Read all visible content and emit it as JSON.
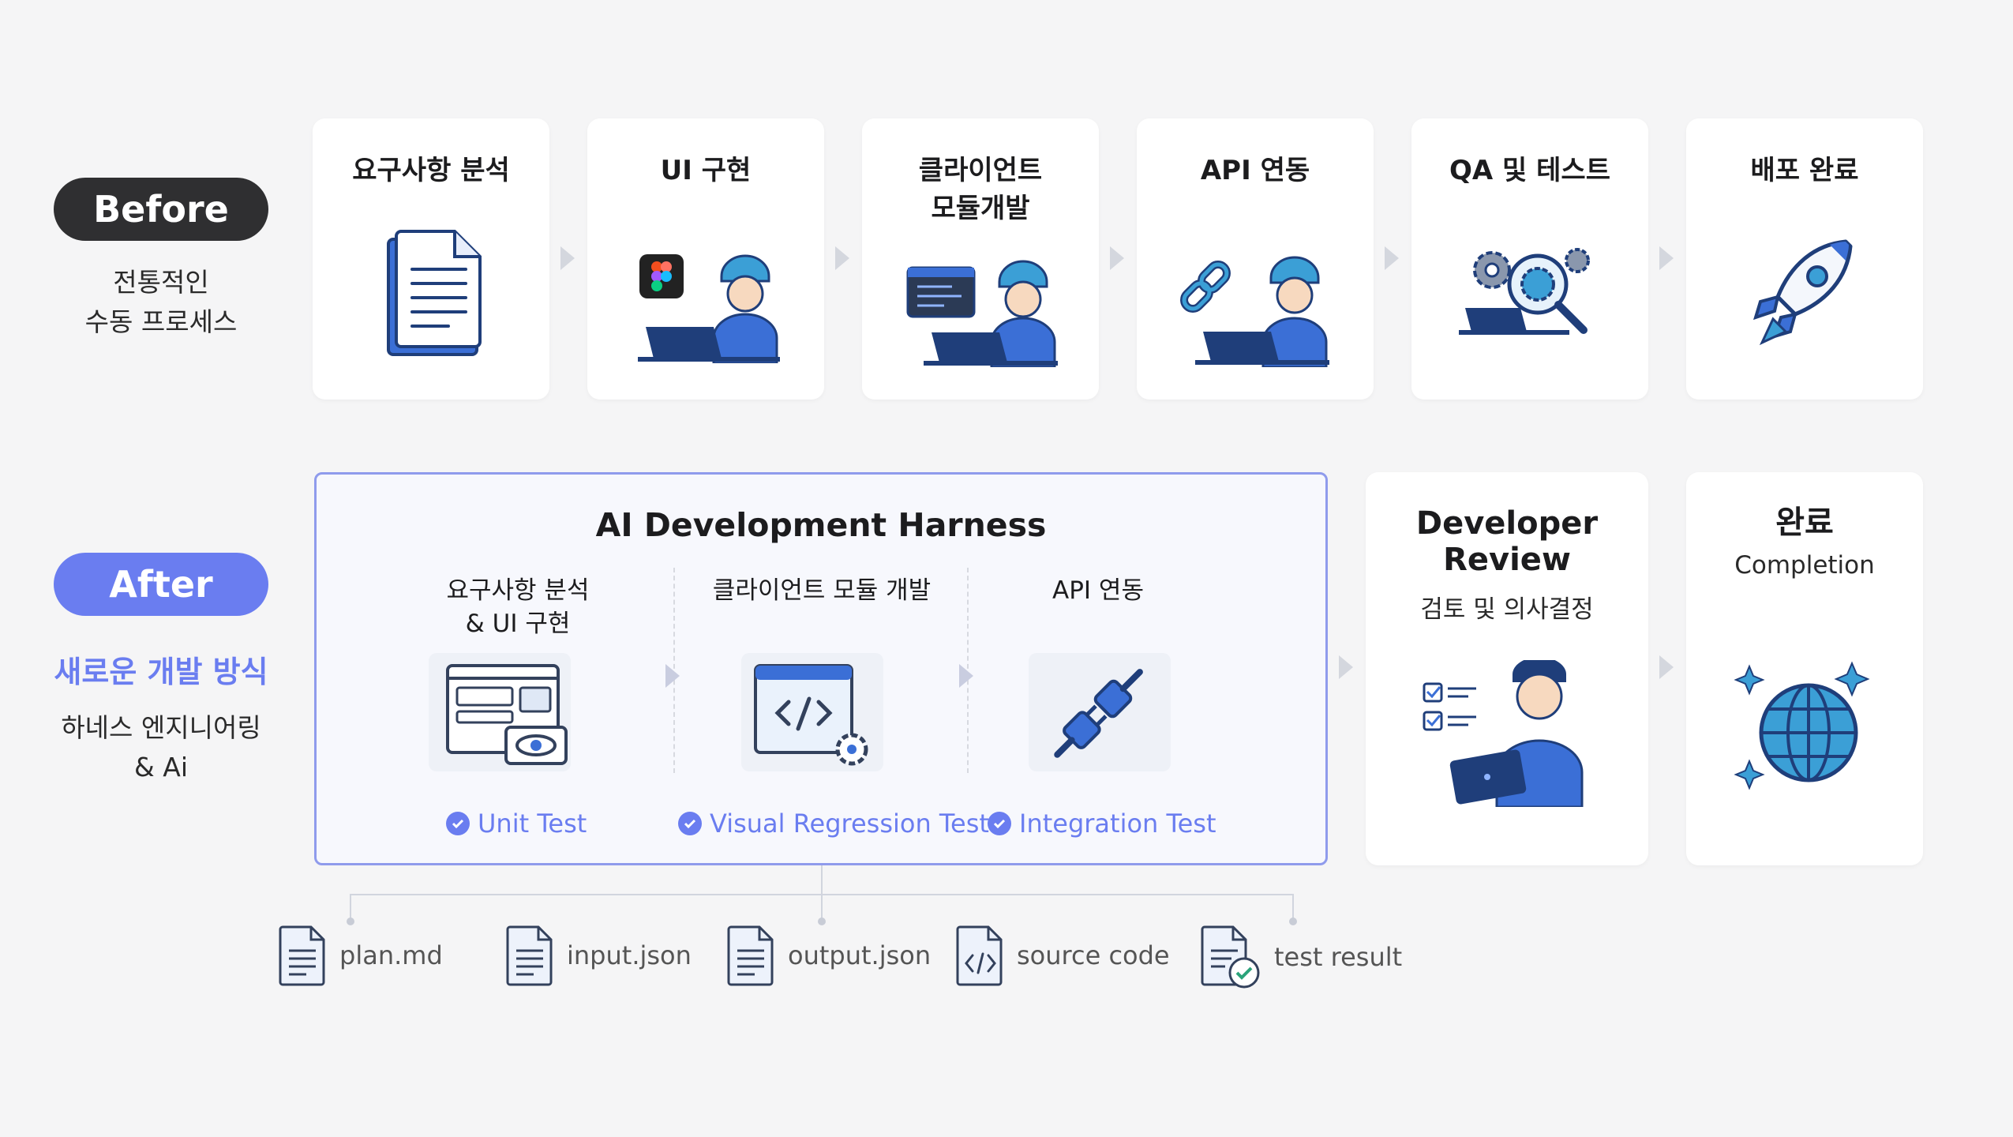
{
  "before": {
    "pill": "Before",
    "desc": "전통적인\n수동 프로세스",
    "steps": [
      {
        "label": "요구사항 분석",
        "icon": "document-icon"
      },
      {
        "label": "UI 구현",
        "icon": "figma-developer-icon"
      },
      {
        "label": "클라이언트\n모듈개발",
        "icon": "code-developer-icon"
      },
      {
        "label": "API 연동",
        "icon": "link-developer-icon"
      },
      {
        "label": "QA 및 테스트",
        "icon": "gear-magnifier-icon"
      },
      {
        "label": "배포 완료",
        "icon": "rocket-icon"
      }
    ]
  },
  "after": {
    "pill": "After",
    "accent": "새로운 개발 방식",
    "desc": "하네스 엔지니어링\n& Ai",
    "harness": {
      "title": "AI Development Harness",
      "stages": [
        {
          "label": "요구사항 분석\n& UI 구현",
          "icon": "ui-preview-icon",
          "check": "Unit Test"
        },
        {
          "label": "클라이언트 모듈 개발",
          "icon": "code-window-gear-icon",
          "check": "Visual Regression Test"
        },
        {
          "label": "API 연동",
          "icon": "plug-icon",
          "check": "Integration Test"
        }
      ]
    },
    "review": {
      "title": "Developer\nReview",
      "subtitle": "검토 및 의사결정",
      "icon": "developer-tablet-icon"
    },
    "completion": {
      "title": "완료",
      "subtitle": "Completion",
      "icon": "globe-icon"
    },
    "files": [
      {
        "name": "plan.md",
        "icon": "document-icon"
      },
      {
        "name": "input.json",
        "icon": "document-icon"
      },
      {
        "name": "output.json",
        "icon": "document-icon"
      },
      {
        "name": "source code",
        "icon": "code-file-icon"
      },
      {
        "name": "test result",
        "icon": "test-file-icon"
      }
    ]
  },
  "colors": {
    "accent": "#6a7df0",
    "dark": "#2f2f31",
    "blue": "#3b6fd6"
  }
}
